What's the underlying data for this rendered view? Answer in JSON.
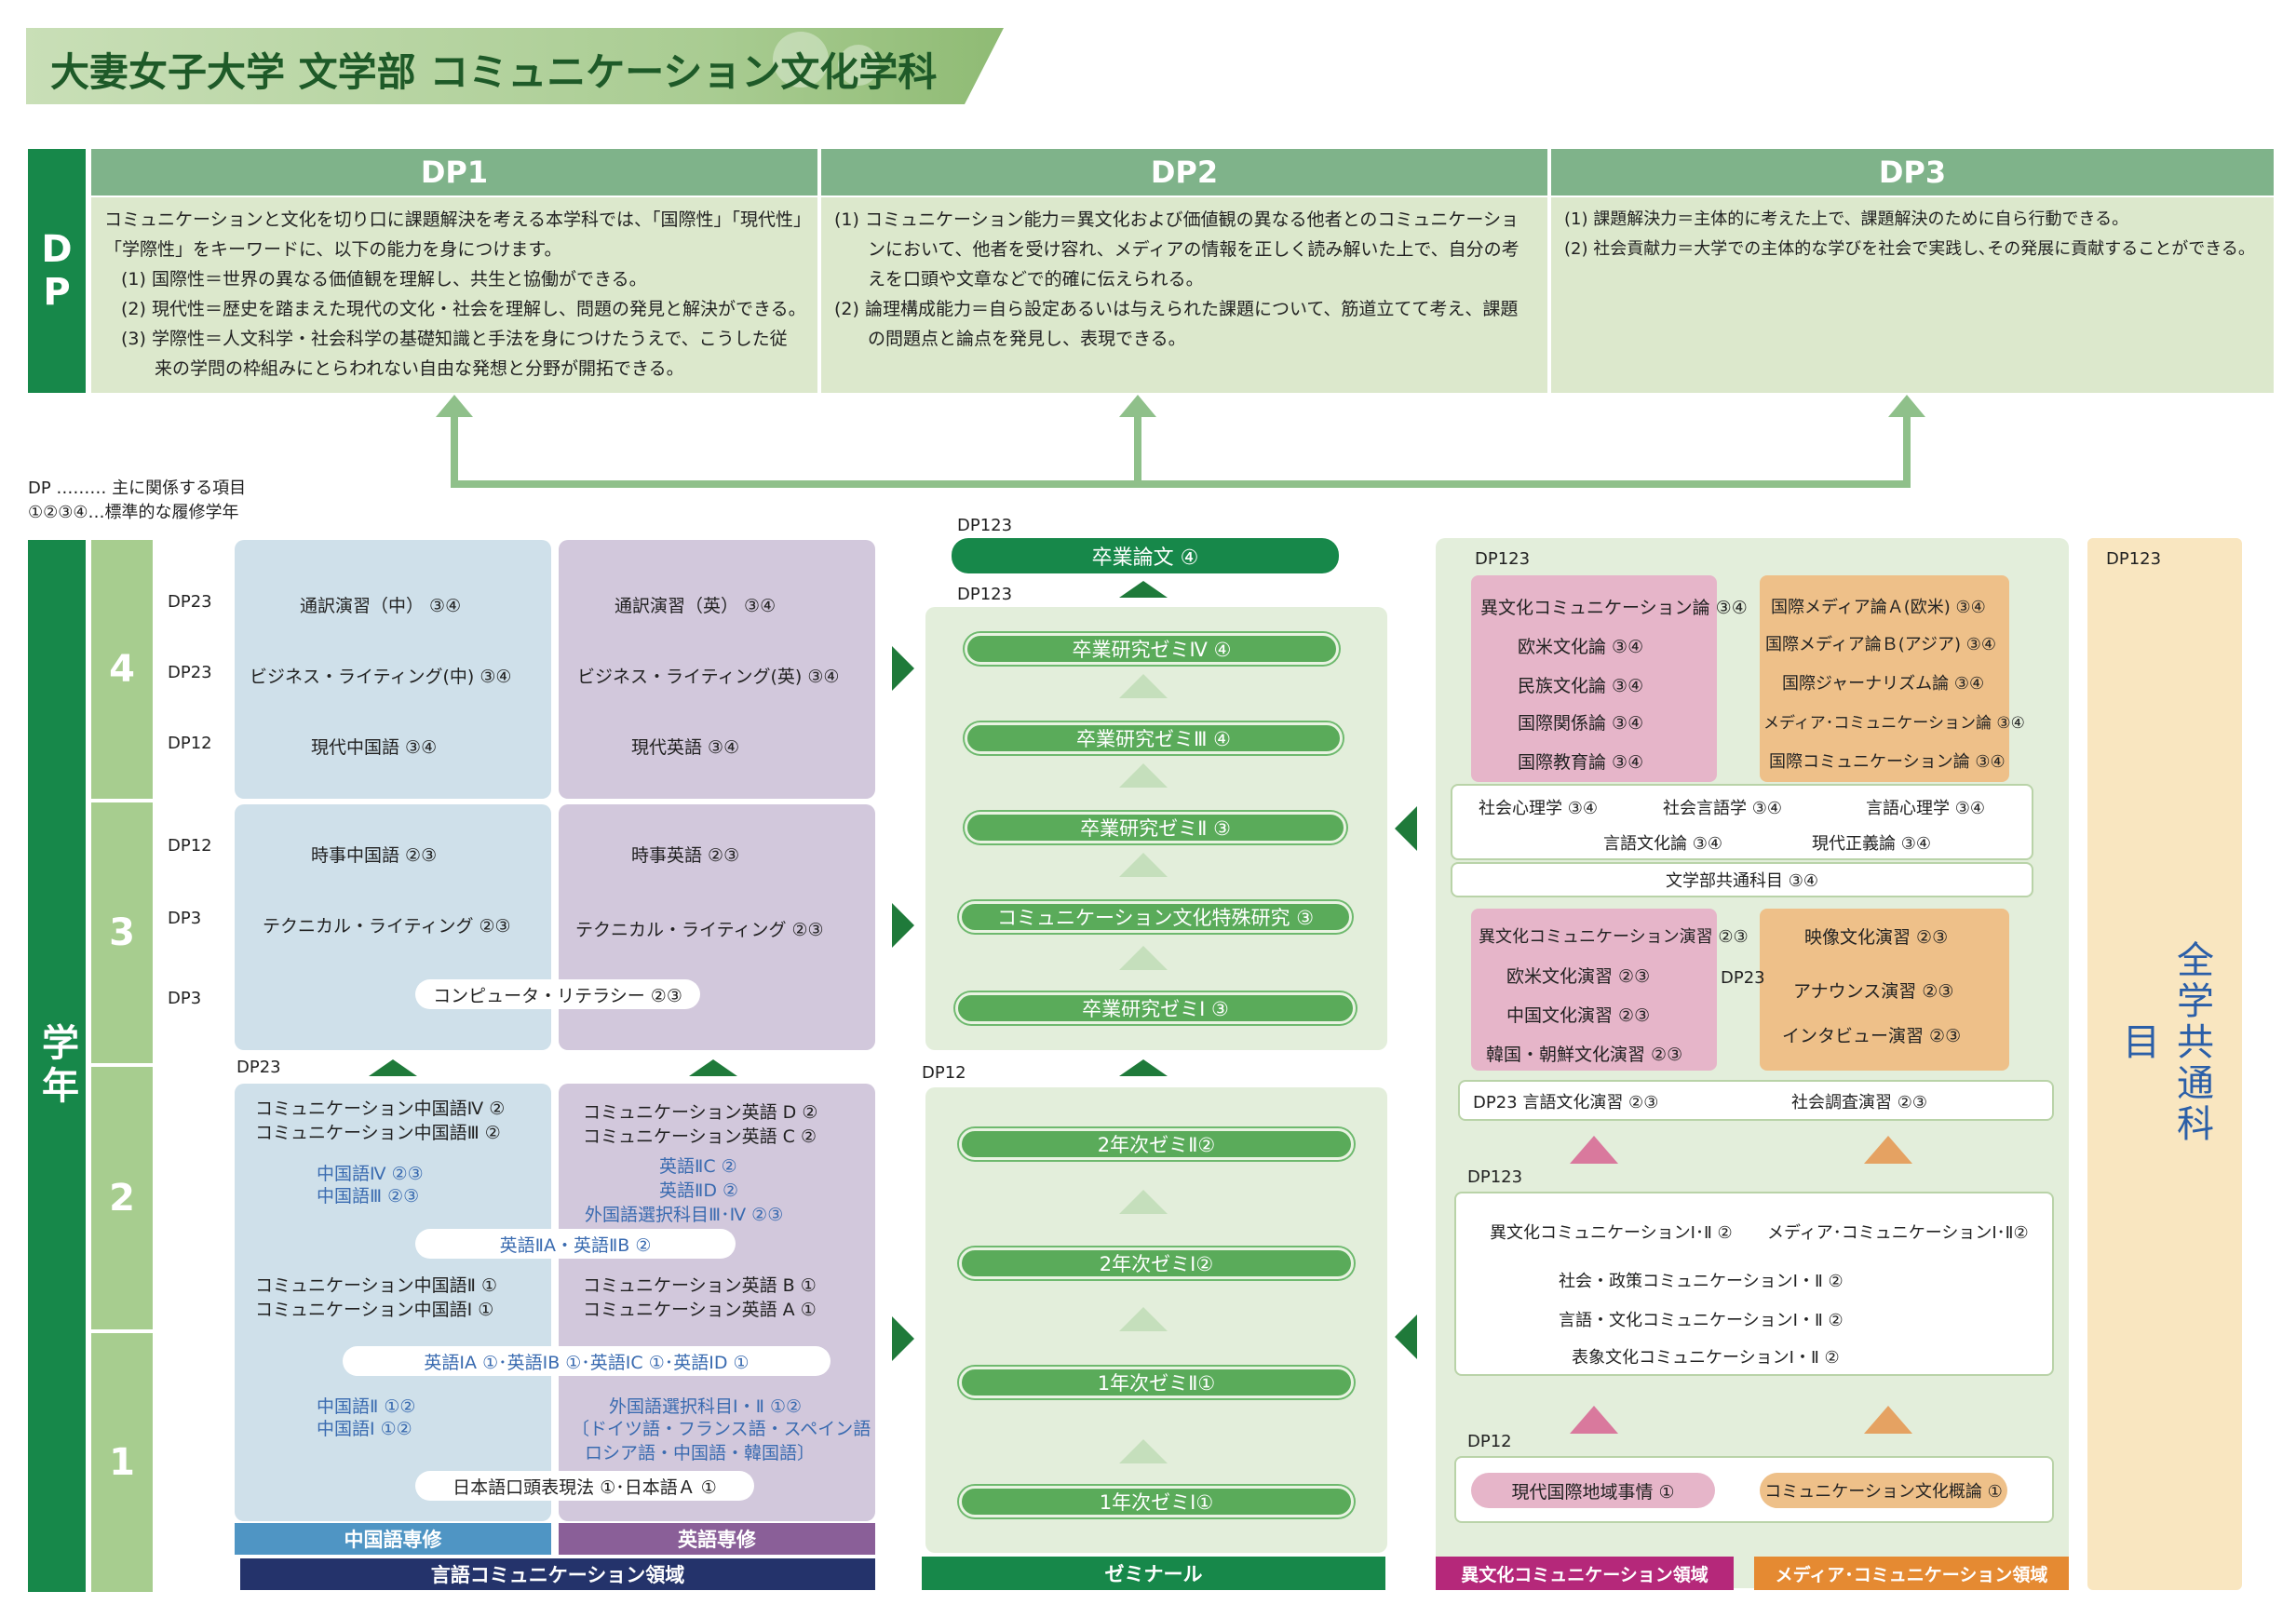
{
  "title": "大妻女子大学 文学部 コミュニケーション文化学科",
  "dp_label": [
    "D",
    "P"
  ],
  "dp_headers": [
    "DP1",
    "DP2",
    "DP3"
  ],
  "dp1_lines": [
    "コミュニケーションと文化を切り口に課題解決を考える本学科では、「国際性」「現代性」",
    "「学際性」をキーワードに、以下の能力を身につけます。",
    "(1) 国際性＝世界の異なる価値観を理解し、共生と協働ができる。",
    "(2) 現代性＝歴史を踏まえた現代の文化・社会を理解し、問題の発見と解決ができる。",
    "(3) 学際性＝人文科学・社会科学の基礎知識と手法を身につけたうえで、こうした従",
    "来の学問の枠組みにとらわれない自由な発想と分野が開拓できる。"
  ],
  "dp2_lines": [
    "(1) コミュニケーション能力＝異文化および価値観の異なる他者とのコミュニケーショ",
    "ンにおいて、他者を受け容れ、メディアの情報を正しく読み解いた上で、自分の考",
    "えを口頭や文章などで的確に伝えられる。",
    "(2) 論理構成能力＝自ら設定あるいは与えられた課題について、筋道立てて考え、課題",
    "の問題点と論点を発見し、表現できる。"
  ],
  "dp3_lines": [
    "(1) 課題解決力＝主体的に考えた上で、課題解決のために自ら行動できる。",
    "(2) 社会貢献力＝大学での主体的な学びを社会で実践し､その発展に貢献することができる。"
  ],
  "legend": [
    "DP ……… 主に関係する項目",
    "①②③④…標準的な履修学年"
  ],
  "year_label": "学年",
  "years": [
    "4",
    "3",
    "2",
    "1"
  ],
  "dp_row_labels": [
    "DP23",
    "DP23",
    "DP12",
    "DP12",
    "DP3",
    "DP3",
    "DP23"
  ],
  "lang": {
    "y4_cn": [
      "通訳演習（中） ③④",
      "ビジネス・ライティング(中) ③④",
      "現代中国語 ③④"
    ],
    "y4_en": [
      "通訳演習（英） ③④",
      "ビジネス・ライティング(英) ③④",
      "現代英語 ③④"
    ],
    "y3_cn": [
      "時事中国語 ②③",
      "テクニカル・ライティング ②③"
    ],
    "y3_en": [
      "時事英語 ②③",
      "テクニカル・ライティング ②③"
    ],
    "y3_shared": "コンピュータ・リテラシー ②③",
    "y2_cn": [
      "コミュニケーション中国語Ⅳ ②",
      "コミュニケーション中国語Ⅲ ②"
    ],
    "y2_cn_b": [
      "中国語Ⅳ ②③",
      "中国語Ⅲ ②③"
    ],
    "y2_en": [
      "コミュニケーション英語 D ②",
      "コミュニケーション英語 C ②"
    ],
    "y2_en_b": [
      "英語ⅡC ②",
      "英語ⅡD ②",
      "外国語選択科目Ⅲ･Ⅳ ②③"
    ],
    "y2_shared": "英語ⅡA・英語ⅡB ②",
    "y1_cn": [
      "コミュニケーション中国語Ⅱ ①",
      "コミュニケーション中国語Ⅰ ①"
    ],
    "y1_en": [
      "コミュニケーション英語 B ①",
      "コミュニケーション英語 A ①"
    ],
    "y1_shared": "英語ⅠA ①･英語ⅠB ①･英語ⅠC ①･英語ⅠD ①",
    "y1_cn_b": [
      "中国語Ⅱ ①②",
      "中国語Ⅰ ①②"
    ],
    "y1_en_b": [
      "外国語選択科目Ⅰ・Ⅱ ①②",
      "〔ドイツ語・フランス語・スペイン語",
      "ロシア語・中国語・韓国語〕"
    ],
    "y1_shared2": "日本語口頭表現法 ①･日本語Ａ ①",
    "cn_label": "中国語専修",
    "en_label": "英語専修",
    "domain": "言語コミュニケーション領域"
  },
  "seminar": {
    "dp_top": "DP123",
    "thesis": "卒業論文 ④",
    "dp_mid": "DP123",
    "upper": [
      "卒業研究ゼミⅣ ④",
      "卒業研究ゼミⅢ ④",
      "卒業研究ゼミⅡ ③",
      "コミュニケーション文化特殊研究 ③",
      "卒業研究ゼミⅠ ③"
    ],
    "dp_low": "DP12",
    "lower": [
      "2年次ゼミⅡ②",
      "2年次ゼミⅠ②",
      "1年次ゼミⅡ①",
      "1年次ゼミⅠ①"
    ],
    "label": "ゼミナール"
  },
  "right": {
    "dp_top": "DP123",
    "pink_top": [
      "異文化コミュニケーション論 ③④",
      "欧米文化論 ③④",
      "民族文化論 ③④",
      "国際関係論 ③④",
      "国際教育論 ③④"
    ],
    "orange_top": [
      "国際メディア論Ａ(欧米) ③④",
      "国際メディア論Ｂ(アジア) ③④",
      "国際ジャーナリズム論 ③④",
      "メディア･コミュニケーション論 ③④",
      "国際コミュニケーション論 ③④"
    ],
    "white_top": [
      "社会心理学 ③④",
      "社会言語学 ③④",
      "言語心理学 ③④",
      "言語文化論 ③④",
      "現代正義論 ③④"
    ],
    "common": "文学部共通科目 ③④",
    "pink_mid": [
      "異文化コミュニケーション演習 ②③",
      "欧米文化演習 ②③",
      "中国文化演習 ②③",
      "韓国・朝鮮文化演習 ②③"
    ],
    "dp23": "DP23",
    "orange_mid": [
      "映像文化演習 ②③",
      "アナウンス演習 ②③",
      "インタビュー演習 ②③"
    ],
    "white_mid": [
      "DP23 言語文化演習 ②③",
      "社会調査演習 ②③"
    ],
    "dp_mid": "DP123",
    "white_low": [
      "異文化コミュニケーションⅠ･Ⅱ ②",
      "メディア･コミュニケーションⅠ･Ⅱ②",
      "社会・政策コミュニケーションⅠ・Ⅱ ②",
      "言語・文化コミュニケーションⅠ・Ⅱ ②",
      "表象文化コミュニケーションⅠ・Ⅱ ②"
    ],
    "dp_bottom": "DP12",
    "intro": [
      "現代国際地域事情 ①",
      "コミュニケーション文化概論 ①"
    ],
    "pink_label": "異文化コミュニケーション領域",
    "orange_label": "メディア･コミュニケーション領域"
  },
  "university": {
    "dp": "DP123",
    "label": "全学共通科目"
  },
  "colors": {
    "dp_green": "#17884a",
    "pink": "#e6b5c9",
    "orange": "#eec089",
    "blue": "#cfe0ea",
    "purple": "#d2c8dc"
  }
}
